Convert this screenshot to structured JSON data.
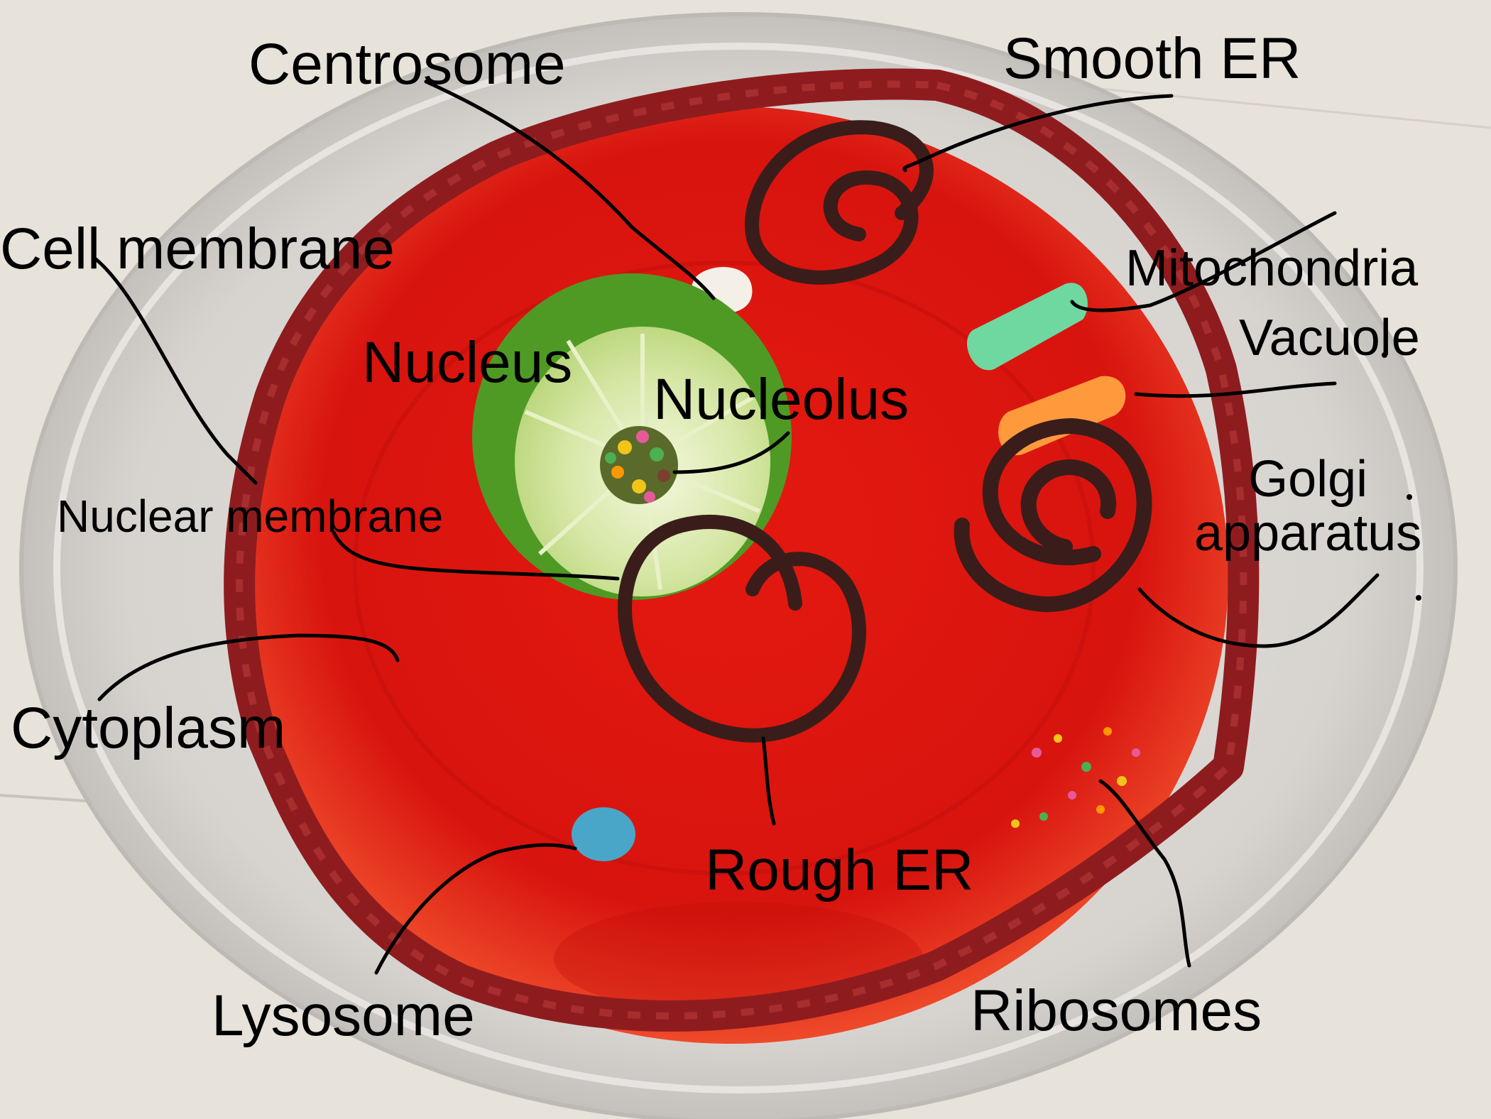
{
  "labels": {
    "centrosome": "Centrosome",
    "smooth_er": "Smooth ER",
    "cell_membrane": "Cell membrane",
    "mitochondria": "Mitochondria",
    "vacuole": "Vacuole",
    "nucleus": "Nucleus",
    "nucleolus": "Nucleolus",
    "golgi_line1": "Golgi",
    "golgi_line2": "apparatus",
    "nuclear_membrane": "Nuclear membrane",
    "cytoplasm": "Cytoplasm",
    "rough_er": "Rough ER",
    "lysosome": "Lysosome",
    "ribosomes": "Ribosomes"
  },
  "colors": {
    "background": "#e7e2da",
    "plate": "#d9d6d2",
    "gelatin": "#d8140f",
    "gelatin_dark": "#b30c0a",
    "licorice_red": "#8e1c1e",
    "licorice_dark": "#3a1d1a",
    "lime_rind": "#4f9a25",
    "lime_flesh": "#d6e7a6",
    "mitochondria": "#6fd8a0",
    "vacuole": "#ff9a3c",
    "lysosome": "#4aa6c8",
    "centrosome": "#f4f0e8"
  }
}
